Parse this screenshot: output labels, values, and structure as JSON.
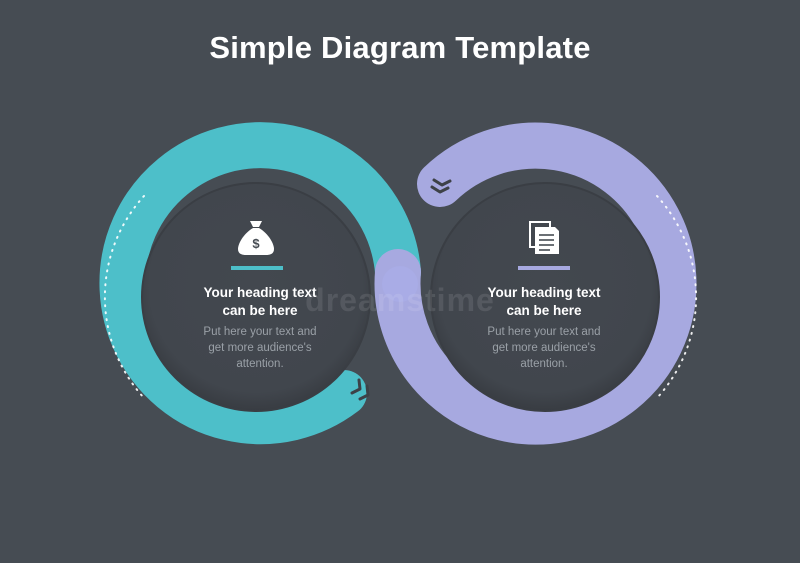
{
  "title": "Simple Diagram Template",
  "colors": {
    "background": "#464c53",
    "teal": "#4dbfc9",
    "lavender": "#a7a9e0",
    "circle": "#42474e"
  },
  "watermark": "dreamstime",
  "panels": [
    {
      "icon": "money-bag-icon",
      "heading_line1": "Your heading text",
      "heading_line2": "can be here",
      "body_line1": "Put here your text and",
      "body_line2": "get more audience's",
      "body_line3": "attention."
    },
    {
      "icon": "documents-icon",
      "heading_line1": "Your heading text",
      "heading_line2": "can be here",
      "body_line1": "Put here your text and",
      "body_line2": "get more audience's",
      "body_line3": "attention."
    }
  ]
}
